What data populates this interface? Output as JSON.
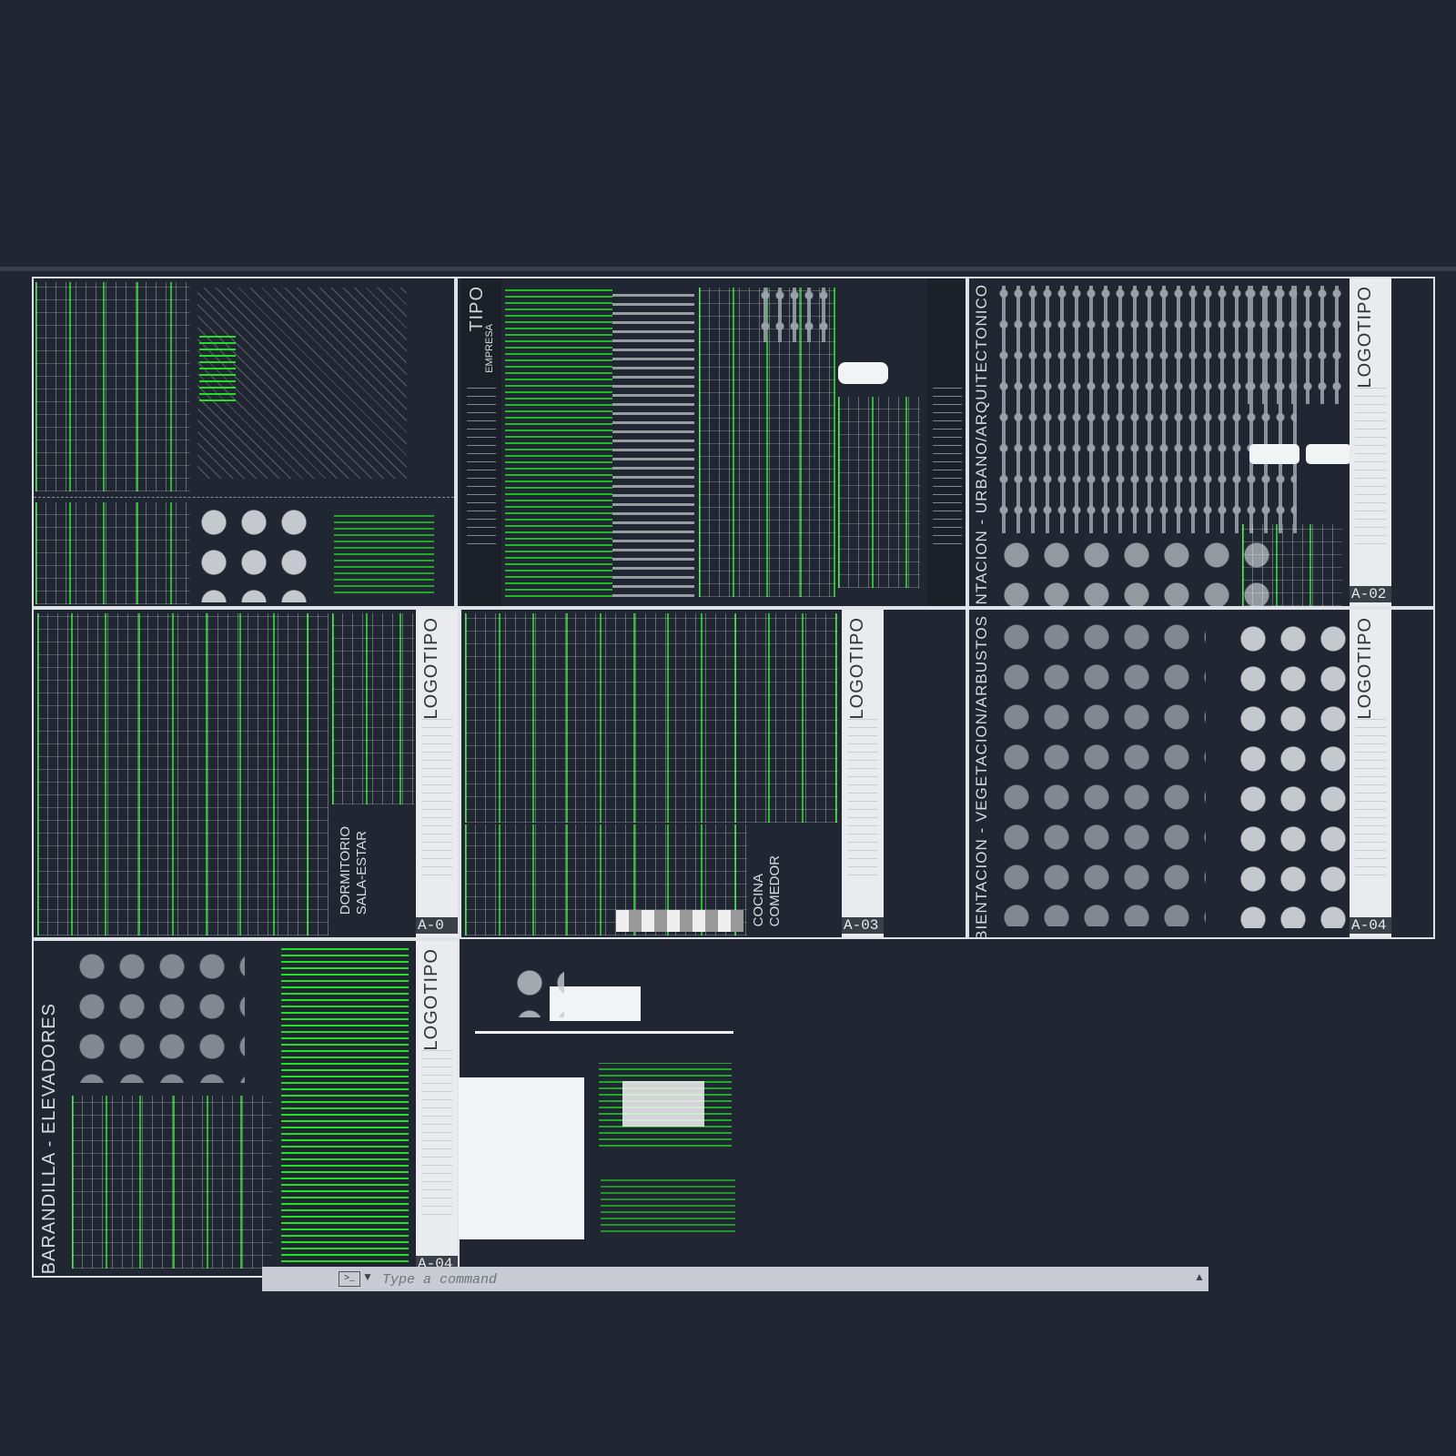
{
  "sheets": {
    "a02": {
      "code": "A-02",
      "logo": "LOGOTIPO",
      "title": "AMBIENTACION - URBANO/ARQUITECTONICO"
    },
    "a03": {
      "code": "A-03",
      "logo": "LOGOTIPO",
      "room1_line1": "DORMITORIO",
      "room1_line2": "SALA-ESTAR",
      "room2_line1": "COCINA",
      "room2_line2": "COMEDOR",
      "left_code": "A-0"
    },
    "a04": {
      "code": "A-04",
      "logo": "LOGOTIPO",
      "title": "AMBIENTACION - VEGETACION/ARBUSTOS"
    },
    "a05": {
      "code": "A-04",
      "logo": "LOGOTIPO",
      "title": "BARANDILLA - ELEVADORES"
    },
    "a01": {
      "logo": "TIPO",
      "company": "EMPRESA"
    }
  },
  "command": {
    "placeholder": "Type a command"
  },
  "icons": [
    "close-icon",
    "wrench-icon",
    "command-prompt-icon",
    "dropdown-arrow-icon",
    "chevron-up-icon"
  ]
}
